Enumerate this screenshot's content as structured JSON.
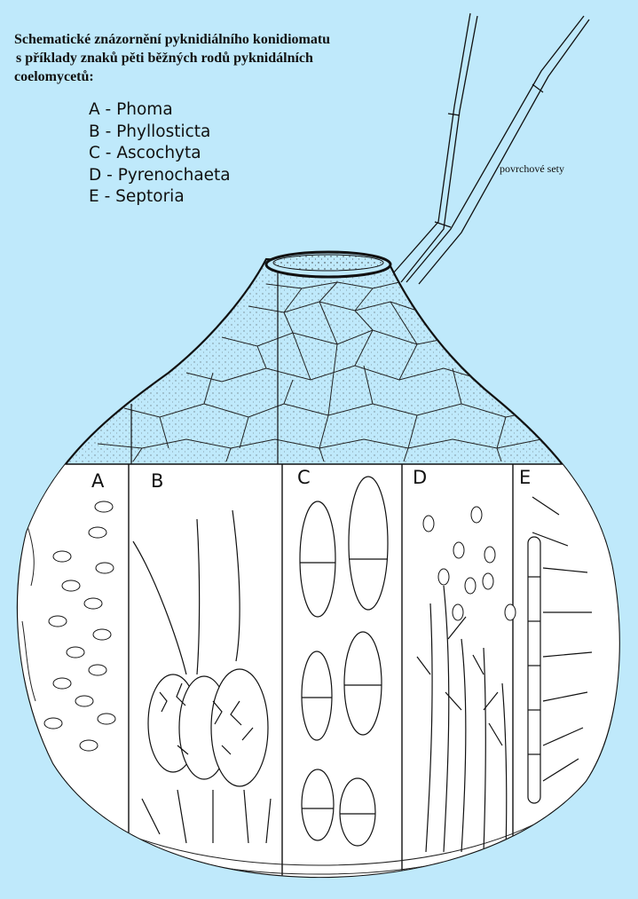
{
  "title_lines": [
    "Schematické znázornění pyknidiálního konidiomatu",
    "s příklady znaků pěti běžných rodů pyknidálních",
    "coelomycetů:"
  ],
  "legend": [
    {
      "letter": "A",
      "genus": "Phoma"
    },
    {
      "letter": "B",
      "genus": "Phyllosticta"
    },
    {
      "letter": "C",
      "genus": "Ascochyta"
    },
    {
      "letter": "D",
      "genus": "Pyrenochaeta"
    },
    {
      "letter": "E",
      "genus": "Septoria"
    }
  ],
  "legend_sep": " - ",
  "setae_label": "povrchové sety",
  "panel_letters": [
    "A",
    "B",
    "C",
    "D",
    "E"
  ],
  "colors": {
    "background": "#bfe9fb",
    "ink": "#111111",
    "panel_fill": "#ffffff"
  }
}
